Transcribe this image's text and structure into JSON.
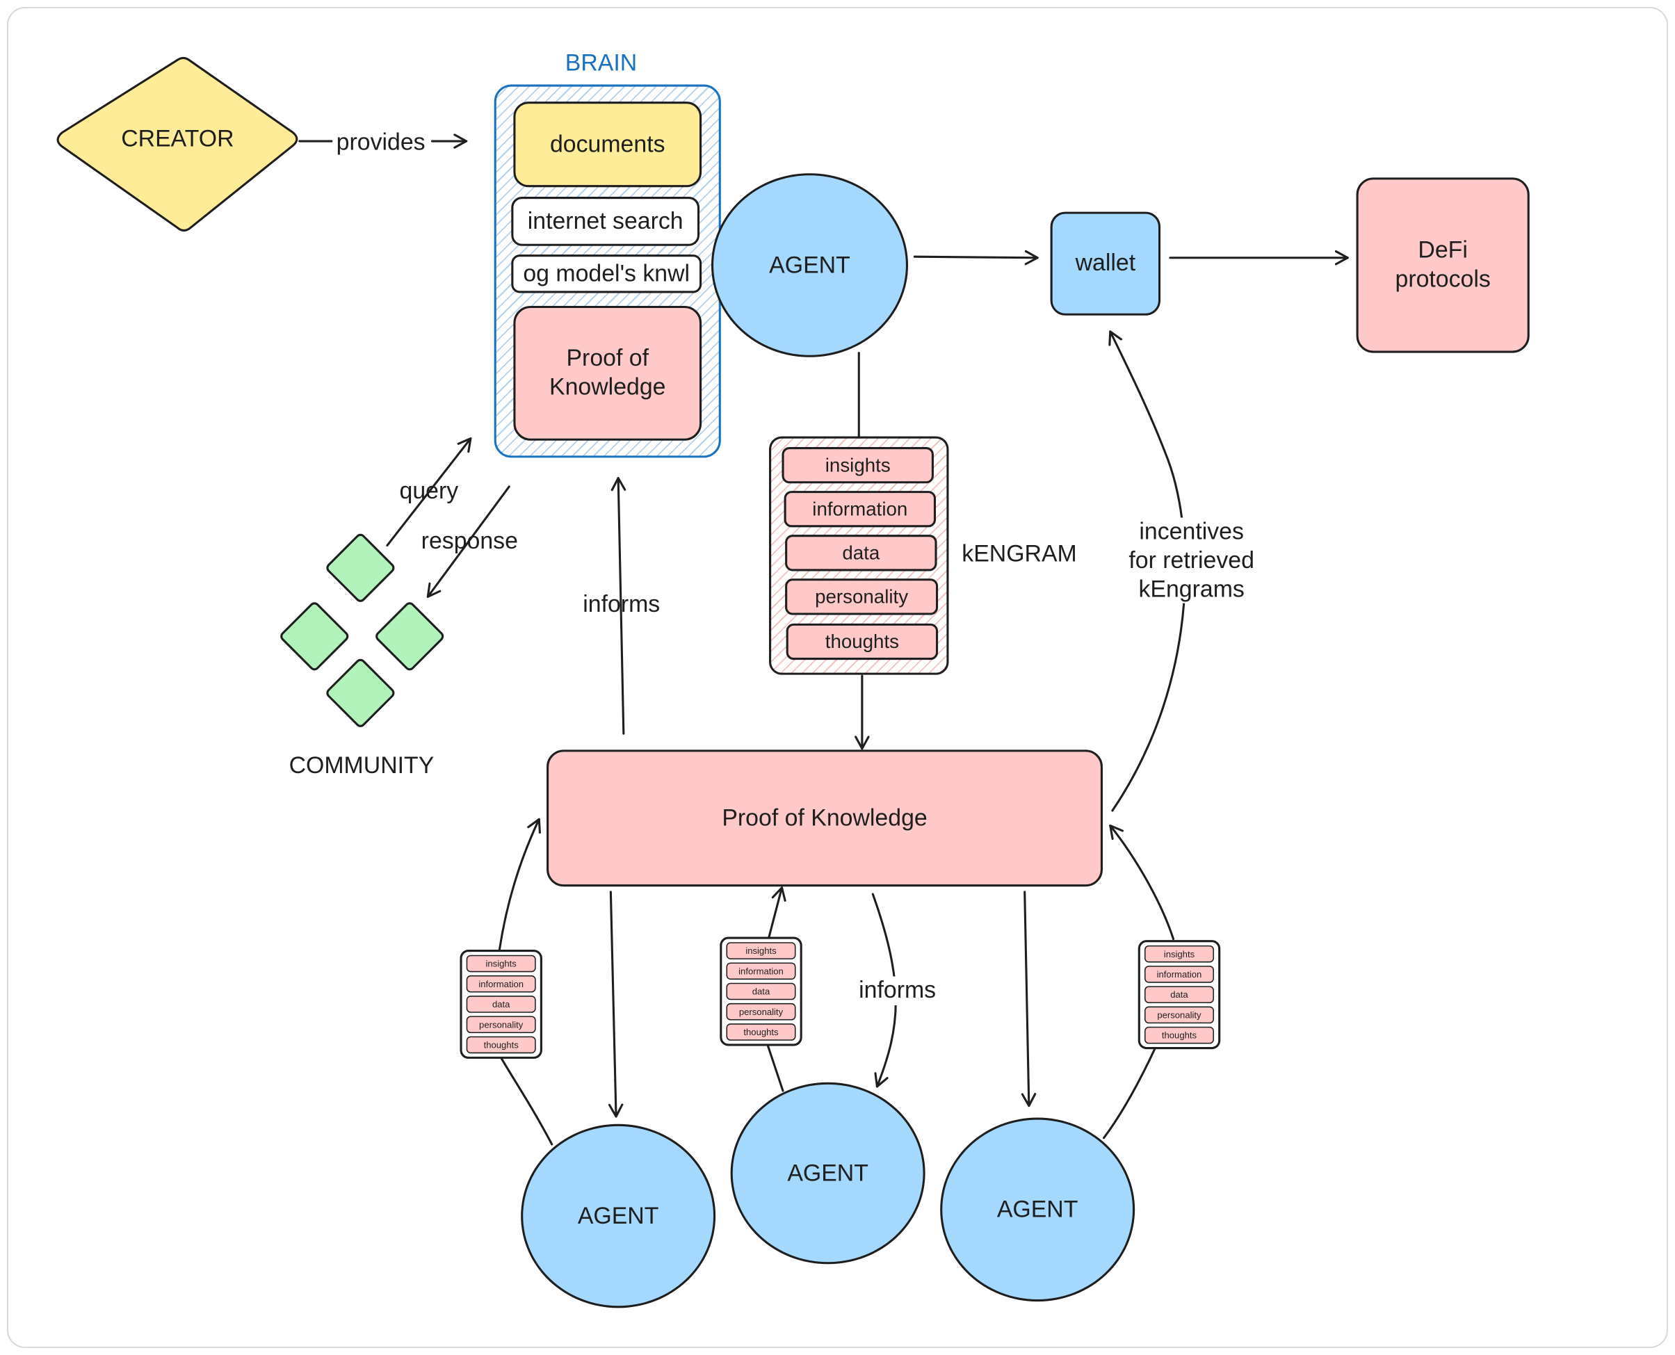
{
  "creator": {
    "label": "CREATOR",
    "provides": "provides"
  },
  "brain": {
    "title": "BRAIN",
    "documents": "documents",
    "internet_search": "internet search",
    "og_model": "og model's knwl",
    "proof": "Proof of Knowledge"
  },
  "agent_top": "AGENT",
  "wallet": "wallet",
  "defi": "DeFi protocols",
  "kengram": {
    "label": "kENGRAM",
    "items": [
      "insights",
      "information",
      "data",
      "personality",
      "thoughts"
    ]
  },
  "community": {
    "label": "COMMUNITY",
    "query": "query",
    "response": "response"
  },
  "informs_left": "informs",
  "informs_bottom": "informs",
  "incentives": "incentives\nfor retrieved\nkEngrams",
  "proof_main": "Proof of Knowledge",
  "agents_bottom": [
    "AGENT",
    "AGENT",
    "AGENT"
  ],
  "mini_kengram_items": [
    "insights",
    "information",
    "data",
    "personality",
    "thoughts"
  ],
  "colors": {
    "pink": "#ffc9c9",
    "yellow": "#ffec99",
    "blue": "#a5d8ff",
    "green": "#b2f2bb",
    "brain_title": "#1971c2",
    "stroke": "#1e1e1e"
  }
}
